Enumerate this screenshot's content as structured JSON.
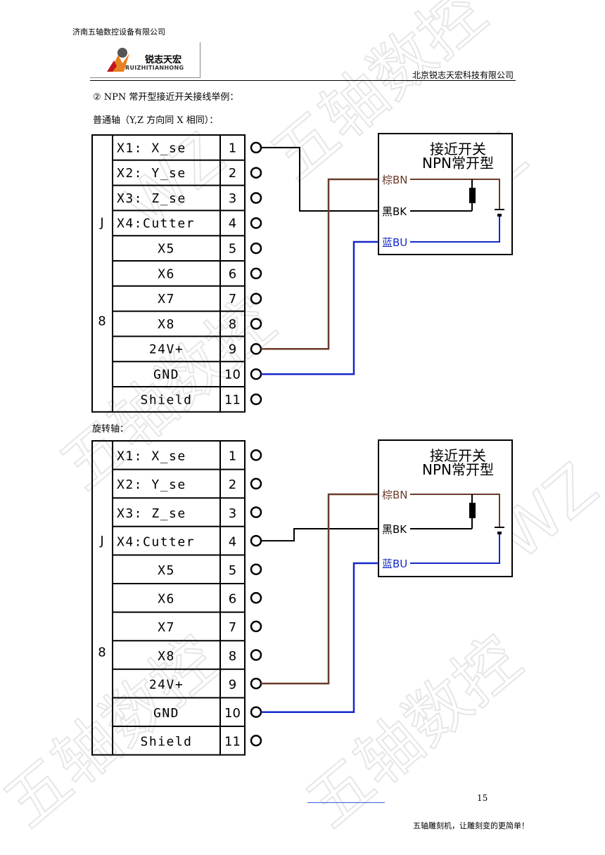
{
  "header": {
    "company_left": "济南五轴数控设备有限公司",
    "company_right": "北京锐志天宏科技有限公司",
    "logo_text": "锐志天宏",
    "logo_sub": "RUIZHITIANHONG"
  },
  "body": {
    "heading": "② NPN 常开型接近开关接线举例：",
    "ordinary_axis": "普通轴（Y,Z 方向同 X 相同）：",
    "rotary_axis": "旋转轴："
  },
  "connector": {
    "side_label_top": "J",
    "side_label_bottom": "8",
    "rows": [
      {
        "name": "X1: X_se",
        "pin": "1"
      },
      {
        "name": "X2: Y_se",
        "pin": "2"
      },
      {
        "name": "X3: Z_se",
        "pin": "3"
      },
      {
        "name": "X4:Cutter",
        "pin": "4"
      },
      {
        "name": "X5",
        "pin": "5"
      },
      {
        "name": "X6",
        "pin": "6"
      },
      {
        "name": "X7",
        "pin": "7"
      },
      {
        "name": "X8",
        "pin": "8"
      },
      {
        "name": "24V+",
        "pin": "9"
      },
      {
        "name": "GND",
        "pin": "10"
      },
      {
        "name": "Shield",
        "pin": "11"
      }
    ]
  },
  "sensor": {
    "title_line1": "接近开关",
    "title_line2": "NPN常开型",
    "brown": "棕BN",
    "black": "黑BK",
    "blue": "蓝BU"
  },
  "colors": {
    "brown_wire": "#6b3a2a",
    "blue_wire": "#1428c8",
    "black_wire": "#000000"
  },
  "watermark": {
    "text_a": "五轴数控",
    "text_b": "WZ"
  },
  "footer": {
    "page_number": "15",
    "slogan": "五轴雕刻机，让雕刻变的更简单！"
  }
}
